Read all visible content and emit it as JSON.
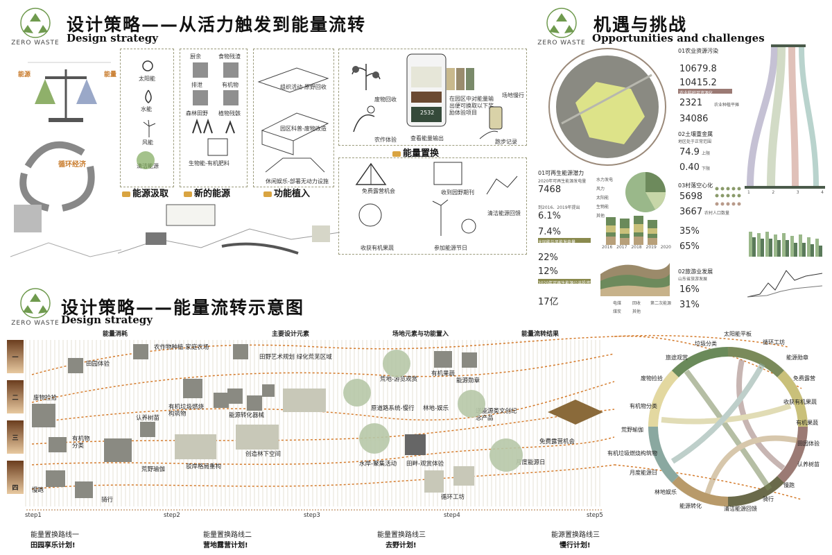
{
  "logo_text": "ZERO WASTE",
  "strategy": {
    "title_cn": "设计策略——从活力触发到能量流转",
    "title_en": "Design strategy",
    "left_labels": {
      "energy_a": "能源",
      "energy_b": "能量",
      "cycle": "循环经济"
    },
    "box1": {
      "items": [
        "太阳能",
        "水能",
        "风能",
        "清洁能源"
      ],
      "footer": "能源汲取"
    },
    "box2": {
      "items": [
        "厨余",
        "食物残渣",
        "排泄",
        "有机物",
        "森林田野",
        "植物残骸",
        "生物能-有机肥料"
      ],
      "footer": "新的能源"
    },
    "box3": {
      "items": [
        "组织活动-原野回收",
        "园区科普-废物改造",
        "休闲娱乐-部署无动力设施"
      ],
      "footer": "功能植入"
    },
    "box4": {
      "items": [
        "废物回收",
        "在园区中对能量输出便可换取以下奖励体验项目",
        "场地慢行",
        "农作体验",
        "查看能量输出",
        "跑步记录"
      ],
      "phone_value": "2532"
    },
    "box5": {
      "title": "能量置换",
      "items": [
        "免费露营机会",
        "收到园野期刊",
        "清洁能源回馈",
        "收获有机果蔬",
        "参加能源节日"
      ]
    }
  },
  "opportunities": {
    "title_cn": "机遇与挑战",
    "title_en": "Opportunities and challenges",
    "s01_title": "01可再生能源潜力",
    "s01_values": [
      "7468",
      "6.1%",
      "7.4%",
      "22%",
      "12%",
      "17亿"
    ],
    "s01_notes": [
      "2020年可再生能源发电量",
      "到2016、2019年提出",
      "大同能与风能发电量",
      "2020年可再生能源公共投资额"
    ],
    "pie_legend": [
      "水力发电",
      "风力",
      "太阳能",
      "生物能",
      "其他"
    ],
    "bar_years": [
      "2016",
      "2017",
      "2018",
      "2019",
      "2020"
    ],
    "area_legend": [
      "电煤",
      "回收",
      "第二次能源",
      "煤炭",
      "其他"
    ],
    "agri_title": "01农业资源污染",
    "agri_values": [
      "10679.8",
      "10415.2",
      "2321",
      "34086"
    ],
    "agri_notes": [
      "农业秸秆可资源化",
      "农业种植平摊"
    ],
    "metal_title": "02土壤重金属",
    "metal_values": [
      "74.9",
      "0.40"
    ],
    "metal_notes": [
      "地区处于正常范围",
      "上限",
      "下限"
    ],
    "hollow_title": "03村落空心化",
    "hollow_values": [
      "5698",
      "3667",
      "35%",
      "65%"
    ],
    "hollow_notes": [
      "农村人口数量"
    ],
    "tour_title": "02旅游业发展",
    "tour_values": [
      "16%",
      "31%"
    ],
    "tour_notes": [
      "山东省旅游发展"
    ],
    "sankey_bottom": [
      "1",
      "2",
      "3",
      "4"
    ],
    "colors": {
      "olive": "#8a8a4e",
      "mauve": "#9b7a74",
      "green": "#6a9a6a",
      "yellow_green": "#d8e08a"
    }
  },
  "flow": {
    "title_cn": "设计策略——能量流转示意图",
    "title_en": "Design strategy",
    "col_heads": [
      "能量消耗",
      "主要设计元素",
      "场地元素与功能置入",
      "能量流转结果"
    ],
    "rows": [
      "一",
      "二",
      "三",
      "四"
    ],
    "nodes": [
      "田园体验",
      "农作物种植 家庭农场",
      "田野艺术规划 绿化荒芜区域",
      "废物捡拾",
      "有机物分类",
      "认养树苗",
      "有机垃圾燃烧构筑物",
      "能源转化器械",
      "荒野瑜伽",
      "驳岸格局重构",
      "创造林下空间",
      "慢跑",
      "骑行",
      "荒地-游览观赏",
      "有机果蔬",
      "原道路系统-慢行",
      "林地-娱乐",
      "能源勋章",
      "送能源类文创纪念产品",
      "水岸-聚集活动",
      "田畔-观赏体验",
      "循环工坊",
      "免费露营机会",
      "月度能源日"
    ],
    "steps": [
      "step1",
      "step2",
      "step3",
      "step4",
      "step5"
    ],
    "routes": [
      {
        "a": "能量置换路线一",
        "b": "田园享乐计划!"
      },
      {
        "a": "能量置换路线二",
        "b": "营地露营计划!"
      },
      {
        "a": "能量置换路线三",
        "b": "去野计划!"
      },
      {
        "a": "能源置换路线三",
        "b": "慢行计划!"
      }
    ],
    "chord_labels": [
      "太阳能平板",
      "循环工坊",
      "垃圾分类",
      "旅途观赏",
      "废物捡拾",
      "有机物分类",
      "能源勋章",
      "免费露营",
      "收获有机果蔬",
      "有机果蔬",
      "田园体验",
      "认养树苗",
      "慢跑",
      "骑行",
      "清洁能源回馈",
      "能源转化",
      "林地娱乐",
      "月度能源日",
      "有机垃圾燃烧构筑物",
      "荒野瑜伽"
    ]
  }
}
